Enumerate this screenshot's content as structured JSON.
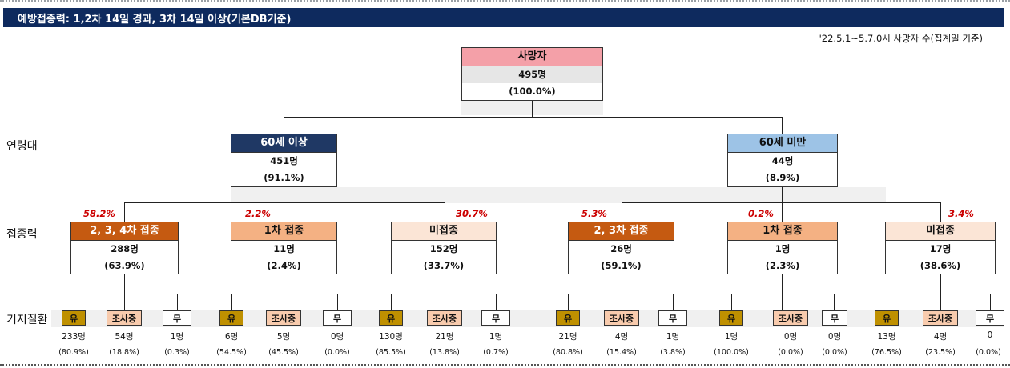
{
  "header": {
    "title": "예방접종력: 1,2차 14일 경과, 3차 14일 이상(기본DB기준)"
  },
  "note": "'22.5.1~5.7.0시 사망자 수(집계일 기준)",
  "row_labels": {
    "age": "연령대",
    "vacc": "접종력",
    "disease": "기저질환"
  },
  "root": {
    "label": "사망자",
    "count": "495명",
    "pct": "(100.0%)"
  },
  "age_groups": [
    {
      "label": "60세 이상",
      "count": "451명",
      "pct": "(91.1%)"
    },
    {
      "label": "60세 미만",
      "count": "44명",
      "pct": "(8.9%)"
    }
  ],
  "vaccination": [
    {
      "label": "2, 3, 4차 접종",
      "count": "288명",
      "pct": "(63.9%)",
      "fatality": "58.2%"
    },
    {
      "label": "1차 접종",
      "count": "11명",
      "pct": "(2.4%)",
      "fatality": "2.2%"
    },
    {
      "label": "미접종",
      "count": "152명",
      "pct": "(33.7%)",
      "fatality": "30.7%"
    },
    {
      "label": "2, 3차 접종",
      "count": "26명",
      "pct": "(59.1%)",
      "fatality": "5.3%"
    },
    {
      "label": "1차 접종",
      "count": "1명",
      "pct": "(2.3%)",
      "fatality": "0.2%"
    },
    {
      "label": "미접종",
      "count": "17명",
      "pct": "(38.6%)",
      "fatality": "3.4%"
    }
  ],
  "disease_labels": {
    "yes": "유",
    "investigating": "조사중",
    "no": "무"
  },
  "disease": [
    [
      {
        "count": "233명",
        "pct": "(80.9%)"
      },
      {
        "count": "54명",
        "pct": "(18.8%)"
      },
      {
        "count": "1명",
        "pct": "(0.3%)"
      }
    ],
    [
      {
        "count": "6명",
        "pct": "(54.5%)"
      },
      {
        "count": "5명",
        "pct": "(45.5%)"
      },
      {
        "count": "0명",
        "pct": "(0.0%)"
      }
    ],
    [
      {
        "count": "130명",
        "pct": "(85.5%)"
      },
      {
        "count": "21명",
        "pct": "(13.8%)"
      },
      {
        "count": "1명",
        "pct": "(0.7%)"
      }
    ],
    [
      {
        "count": "21명",
        "pct": "(80.8%)"
      },
      {
        "count": "4명",
        "pct": "(15.4%)"
      },
      {
        "count": "1명",
        "pct": "(3.8%)"
      }
    ],
    [
      {
        "count": "1명",
        "pct": "(100.0%)"
      },
      {
        "count": "0명",
        "pct": "(0.0%)"
      },
      {
        "count": "0명",
        "pct": "(0.0%)"
      }
    ],
    [
      {
        "count": "13명",
        "pct": "(76.5%)"
      },
      {
        "count": "4명",
        "pct": "(23.5%)"
      },
      {
        "count": "0",
        "pct": "(0.0%)"
      }
    ]
  ],
  "colors": {
    "header_bg": "#0e2a5e",
    "root_header": "#f4a0a8",
    "age_over60": "#1f3864",
    "age_under60": "#9dc3e6",
    "vacc_full": "#c55a11",
    "vacc_first": "#f4b183",
    "vacc_none": "#fbe5d6",
    "disease_yes": "#bf9000",
    "disease_investigating": "#f8cbad",
    "disease_no": "#ffffff",
    "fatality_text": "#cc0000"
  }
}
